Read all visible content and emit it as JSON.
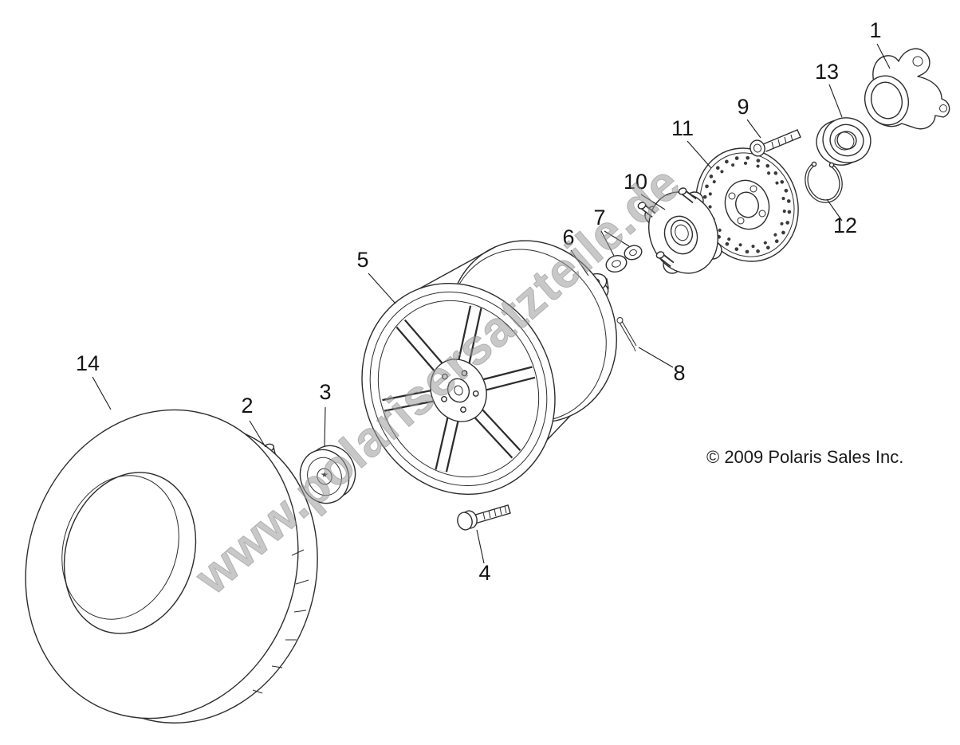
{
  "figure": {
    "watermark": "www.polarisersatzteile.de",
    "copyright": "© 2009 Polaris Sales Inc."
  },
  "callouts": [
    {
      "num": "1"
    },
    {
      "num": "2"
    },
    {
      "num": "3"
    },
    {
      "num": "4"
    },
    {
      "num": "5"
    },
    {
      "num": "6"
    },
    {
      "num": "7"
    },
    {
      "num": "8"
    },
    {
      "num": "9"
    },
    {
      "num": "10"
    },
    {
      "num": "11"
    },
    {
      "num": "12"
    },
    {
      "num": "13"
    },
    {
      "num": "14"
    }
  ]
}
